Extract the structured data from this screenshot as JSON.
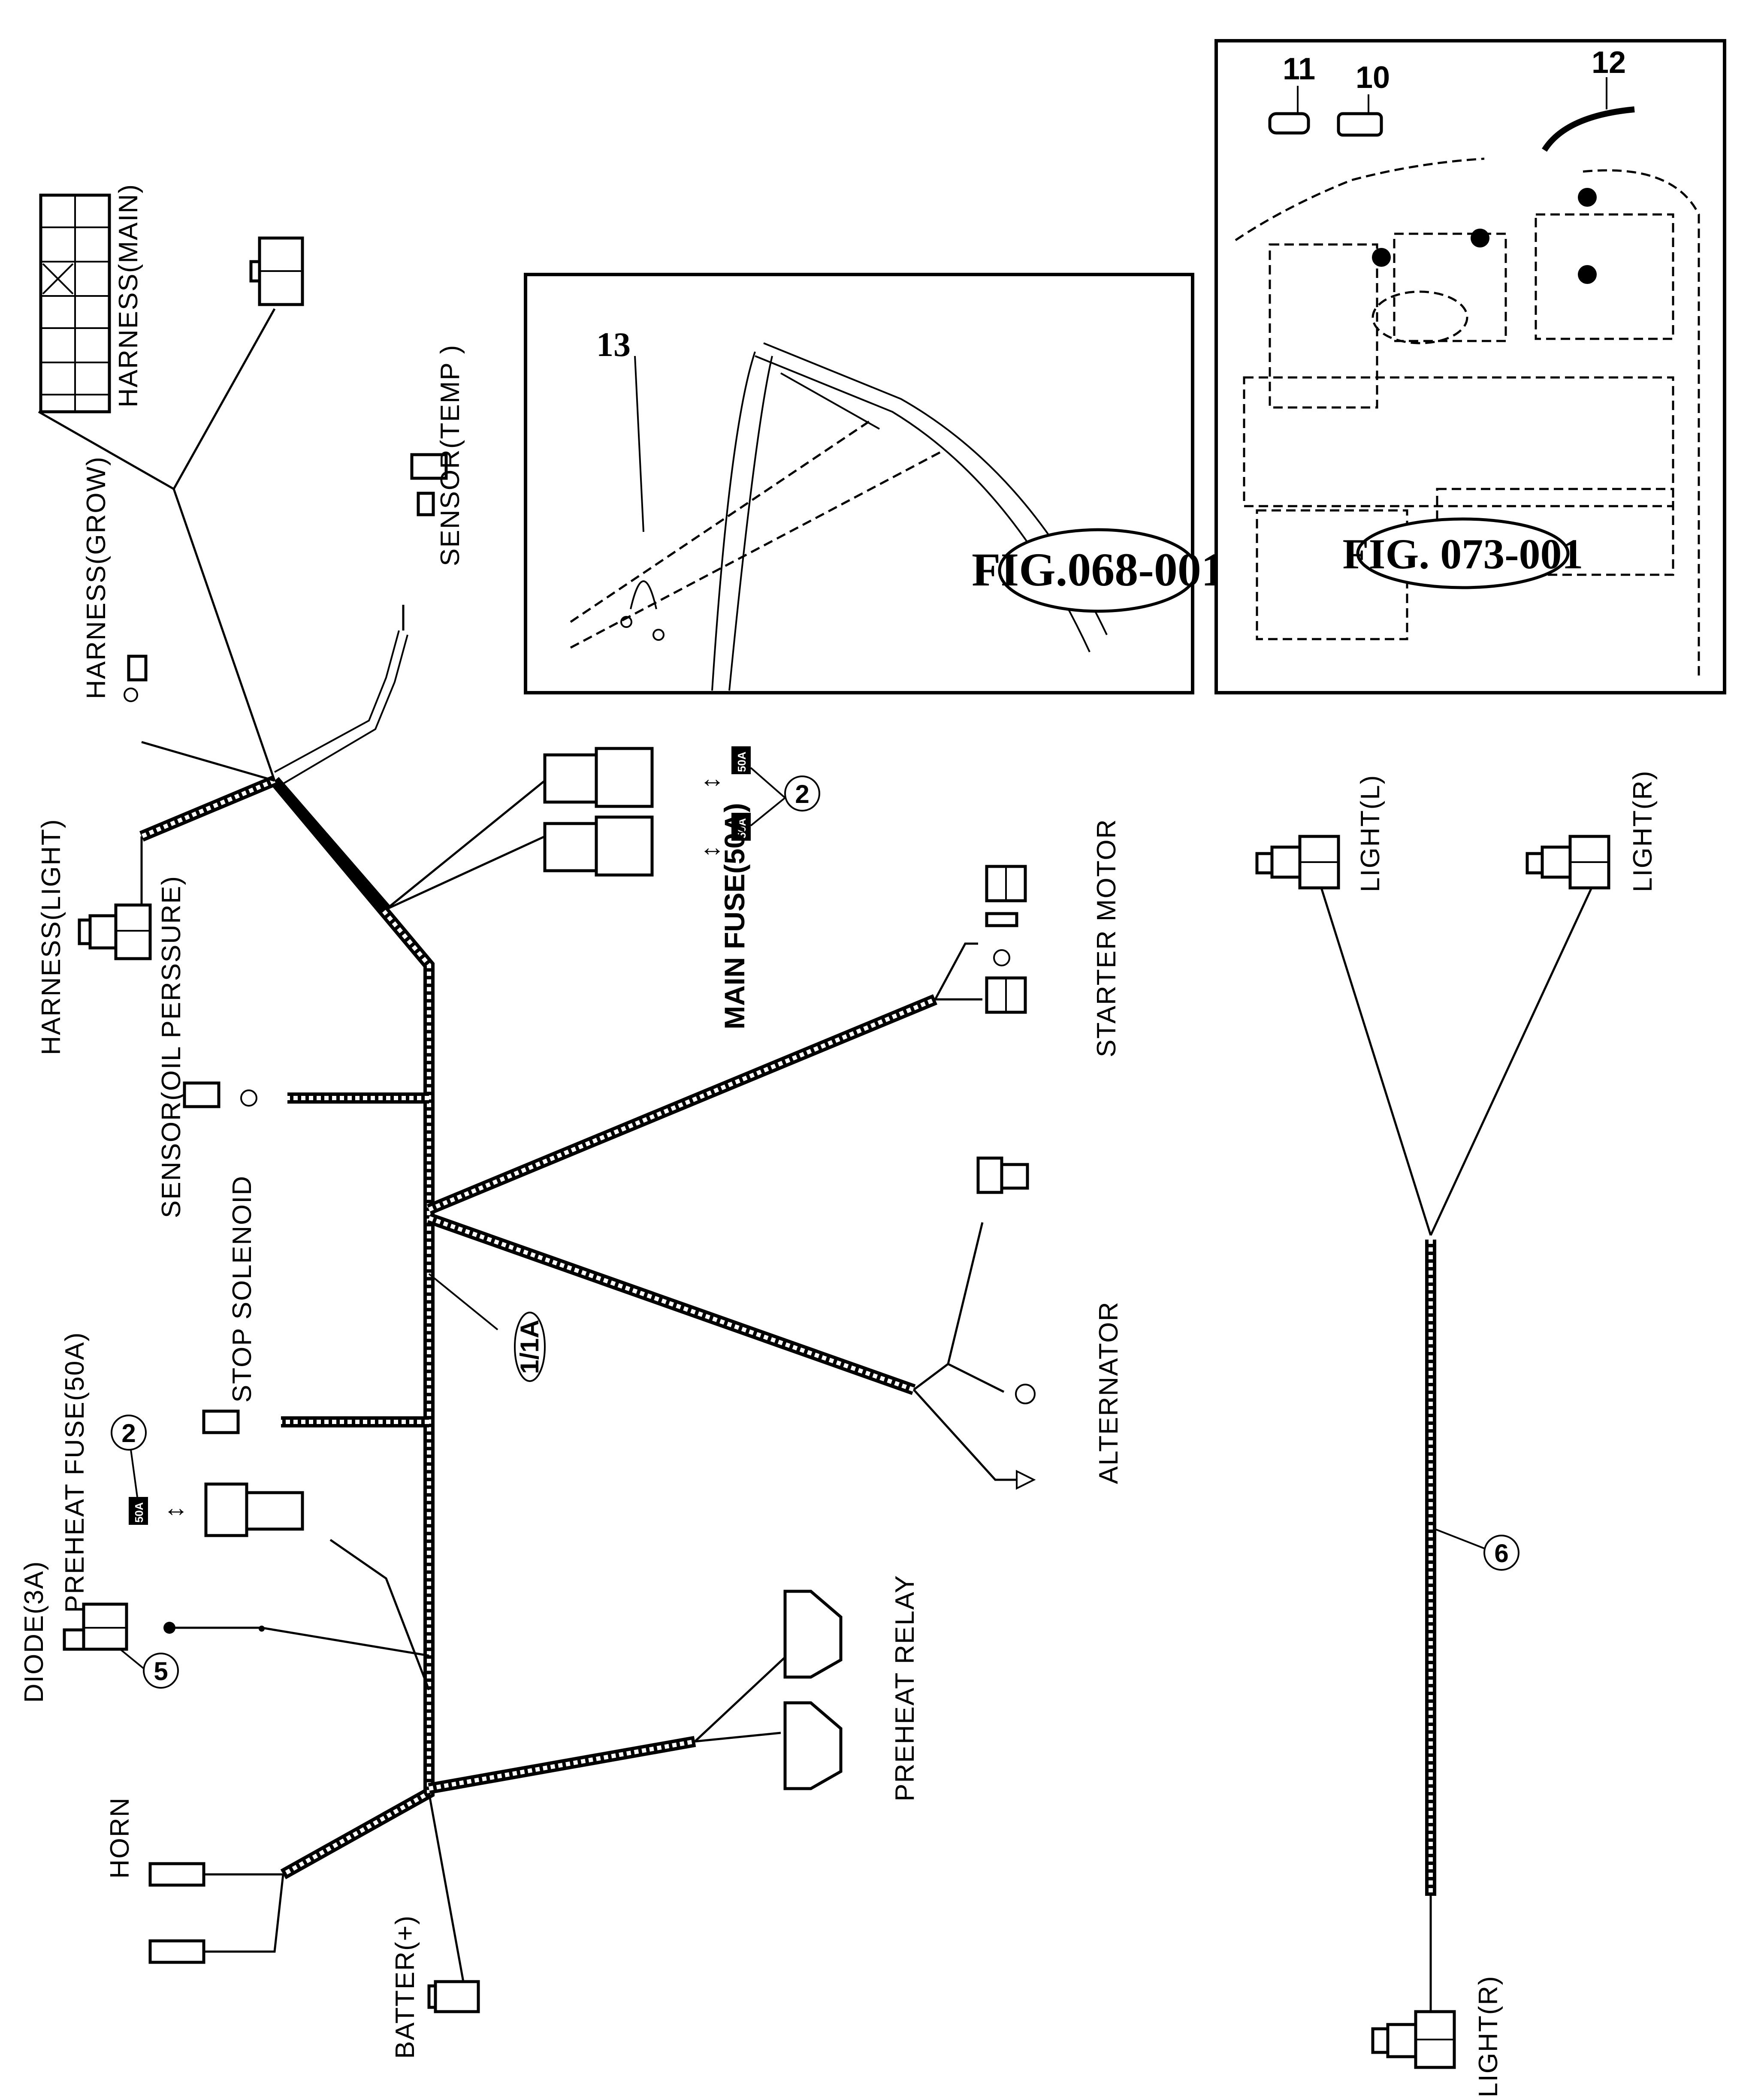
{
  "diagram": {
    "title": "Wiring harness parts illustration",
    "main_harness_callout": "1/1A",
    "connectors": {
      "harness_main": "HARNESS(MAIN)",
      "sensor_temp": "SENSOR(TEMP )",
      "harness_grow": "HARNESS(GROW)",
      "harness_light": "HARNESS(LIGHT)",
      "sensor_oil_pressure": "SENSOR(OIL PERSSURE)",
      "main_fuse": "MAIN FUSE(50A)",
      "starter_motor": "STARTER MOTOR",
      "stop_solenoid": "STOP SOLENOID",
      "preheat_fuse": "PREHEAT FUSE(50A)",
      "diode": "DIODE(3A)",
      "alternator": "ALTERNATOR",
      "preheat_relay": "PREHEAT RELAY",
      "horn": "HORN",
      "battery": "BATTER(+)",
      "light_left": "LIGHT(L)",
      "light_right_top": "LIGHT(R)",
      "light_right_bottom": "LIGHT(R)"
    },
    "fuse_rating": "50A",
    "callouts": {
      "fuse_part": "2",
      "diode_part": "5",
      "light_harness_part": "6"
    },
    "insets": [
      {
        "figure": "FIG.068-001",
        "part_numbers": [
          "13"
        ]
      },
      {
        "figure": "FIG. 073-001",
        "part_numbers": [
          "11",
          "10",
          "12"
        ]
      }
    ]
  }
}
